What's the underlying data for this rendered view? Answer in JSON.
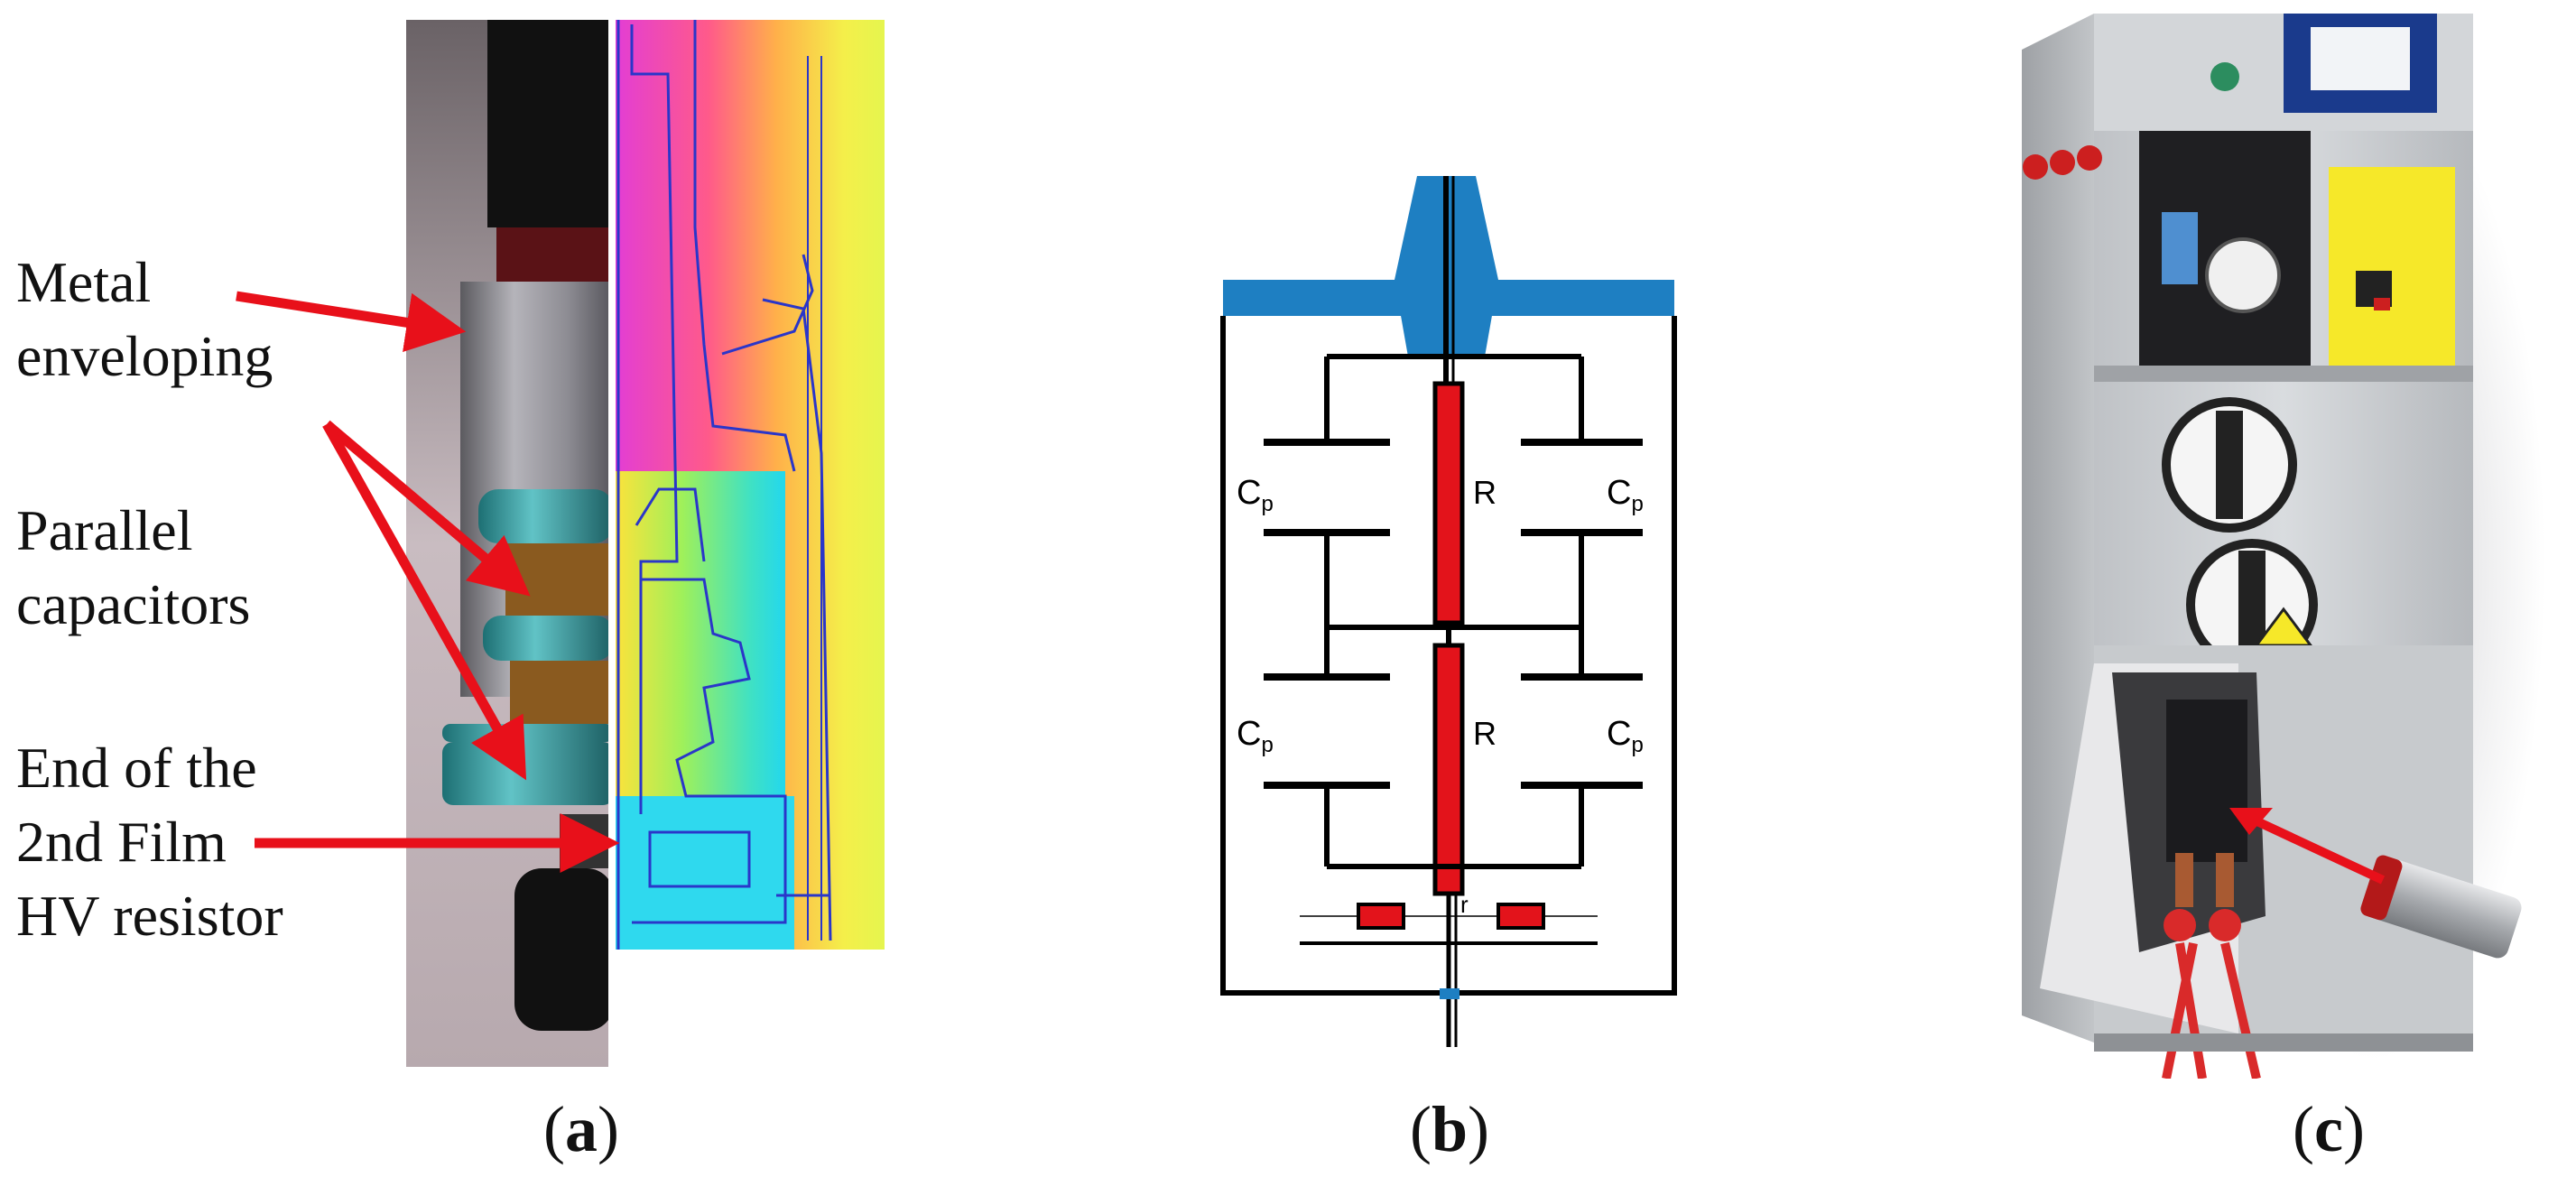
{
  "panel_a": {
    "labels": [
      {
        "id": "metal",
        "lines": [
          "Metal",
          "enveloping"
        ]
      },
      {
        "id": "capacitors",
        "lines": [
          "Parallel",
          "capacitors"
        ]
      },
      {
        "id": "resistor",
        "lines": [
          "End of the",
          "2nd Film",
          "HV resistor"
        ]
      }
    ],
    "caption": {
      "open": "(",
      "letter": "a",
      "close": ")"
    }
  },
  "panel_b": {
    "components": {
      "capacitor": "C",
      "capacitor_sub": "p",
      "resistor": "R",
      "small_resistor": "r"
    },
    "caption": {
      "open": "(",
      "letter": "b",
      "close": ")"
    }
  },
  "panel_c": {
    "caption": {
      "open": "(",
      "letter": "c",
      "close": ")"
    }
  },
  "colors": {
    "arrow": "#e8101a",
    "insulator_blue": "#1e7fc2",
    "resistor_red": "#e3131b",
    "wire": "#000000"
  }
}
